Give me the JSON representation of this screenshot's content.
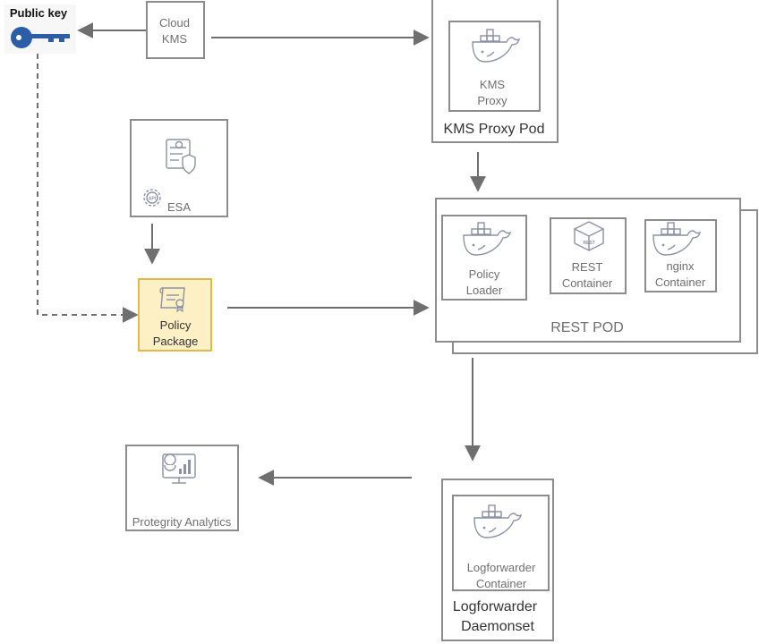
{
  "diagram": {
    "public_key": {
      "label": "Public key",
      "icon": "key-icon",
      "color": "#2b5ea7"
    },
    "cloud_kms": {
      "line1": "Cloud",
      "line2": "KMS"
    },
    "kms_proxy_pod": {
      "title": "KMS Proxy Pod",
      "container": {
        "line1": "KMS",
        "line2": "Proxy",
        "icon": "docker-whale-icon"
      }
    },
    "esa": {
      "label": "ESA",
      "icons": [
        "server-shield-icon",
        "api-gear-icon"
      ]
    },
    "policy_package": {
      "line1": "Policy",
      "line2": "Package",
      "icon": "certificate-icon",
      "fill": "#fdf0c4",
      "stroke": "#e0b94a"
    },
    "rest_pod": {
      "title": "REST POD",
      "containers": [
        {
          "line1": "Policy",
          "line2": "Loader",
          "icon": "docker-whale-icon"
        },
        {
          "line1": "REST",
          "line2": "Container",
          "icon": "rest-cube-icon"
        },
        {
          "line1": "nginx",
          "line2": "Container",
          "icon": "docker-whale-icon"
        }
      ]
    },
    "analytics": {
      "label": "Protegrity Analytics",
      "icon": "analytics-monitor-icon"
    },
    "logforwarder": {
      "title_line1": "Logforwarder",
      "title_line2": "Daemonset",
      "container": {
        "line1": "Logforwarder",
        "line2": "Container",
        "icon": "docker-whale-icon"
      }
    }
  }
}
